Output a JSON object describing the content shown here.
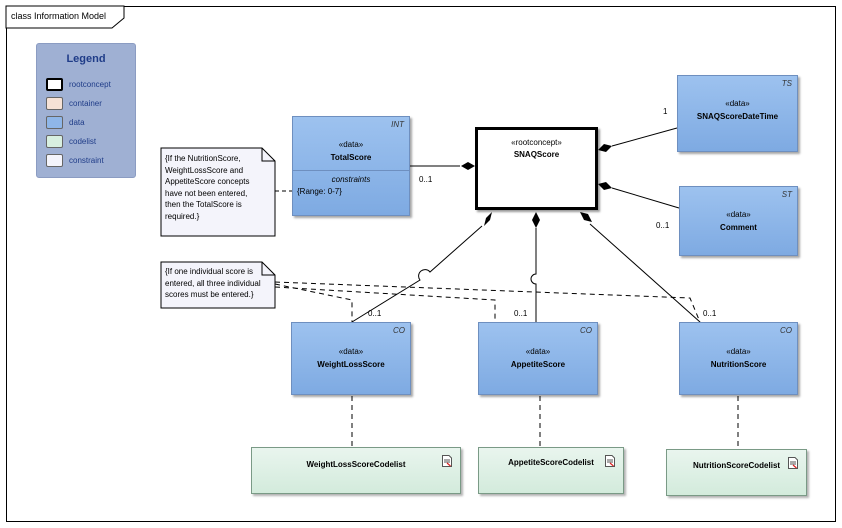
{
  "frame": {
    "title": "class Information Model"
  },
  "legend": {
    "title": "Legend",
    "items": [
      {
        "label": "rootconcept",
        "color": "#ffffff",
        "border": "#000000"
      },
      {
        "label": "container",
        "color": "#f6e2d6",
        "border": "#888888"
      },
      {
        "label": "data",
        "color": "#8fb6e8",
        "border": "#666666"
      },
      {
        "label": "codelist",
        "color": "#d8efe0",
        "border": "#666666"
      },
      {
        "label": "constraint",
        "color": "#f4f4fb",
        "border": "#666666"
      }
    ]
  },
  "classes": {
    "snaq_score": {
      "stereotype": "«rootconcept»",
      "name": "SNAQScore"
    },
    "total_score": {
      "stereotype": "«data»",
      "name": "TotalScore",
      "tag": "INT",
      "compartment": "constraints",
      "constraint": "{Range: 0-7}"
    },
    "datetime": {
      "stereotype": "«data»",
      "name": "SNAQScoreDateTime",
      "tag": "TS"
    },
    "comment": {
      "stereotype": "«data»",
      "name": "Comment",
      "tag": "ST"
    },
    "weight_loss": {
      "stereotype": "«data»",
      "name": "WeightLossScore",
      "tag": "CO"
    },
    "appetite": {
      "stereotype": "«data»",
      "name": "AppetiteScore",
      "tag": "CO"
    },
    "nutrition": {
      "stereotype": "«data»",
      "name": "NutritionScore",
      "tag": "CO"
    }
  },
  "codelists": {
    "weight_loss": {
      "name": "WeightLossScoreCodelist"
    },
    "appetite": {
      "name": "AppetiteScoreCodelist"
    },
    "nutrition": {
      "name": "NutritionScoreCodelist"
    }
  },
  "notes": {
    "total": [
      "{If the NutritionScore,",
      "WeightLossScore and",
      "AppetiteScore concepts",
      "have not been entered,",
      "then the TotalScore is",
      "required.}"
    ],
    "individual": [
      "{If one individual score is",
      "entered, all three individual",
      "scores must be entered.}"
    ]
  },
  "multiplicities": {
    "total": "0..1",
    "datetime": "1",
    "comment": "0..1",
    "weight_loss": "0..1",
    "appetite": "0..1",
    "nutrition": "0..1"
  }
}
